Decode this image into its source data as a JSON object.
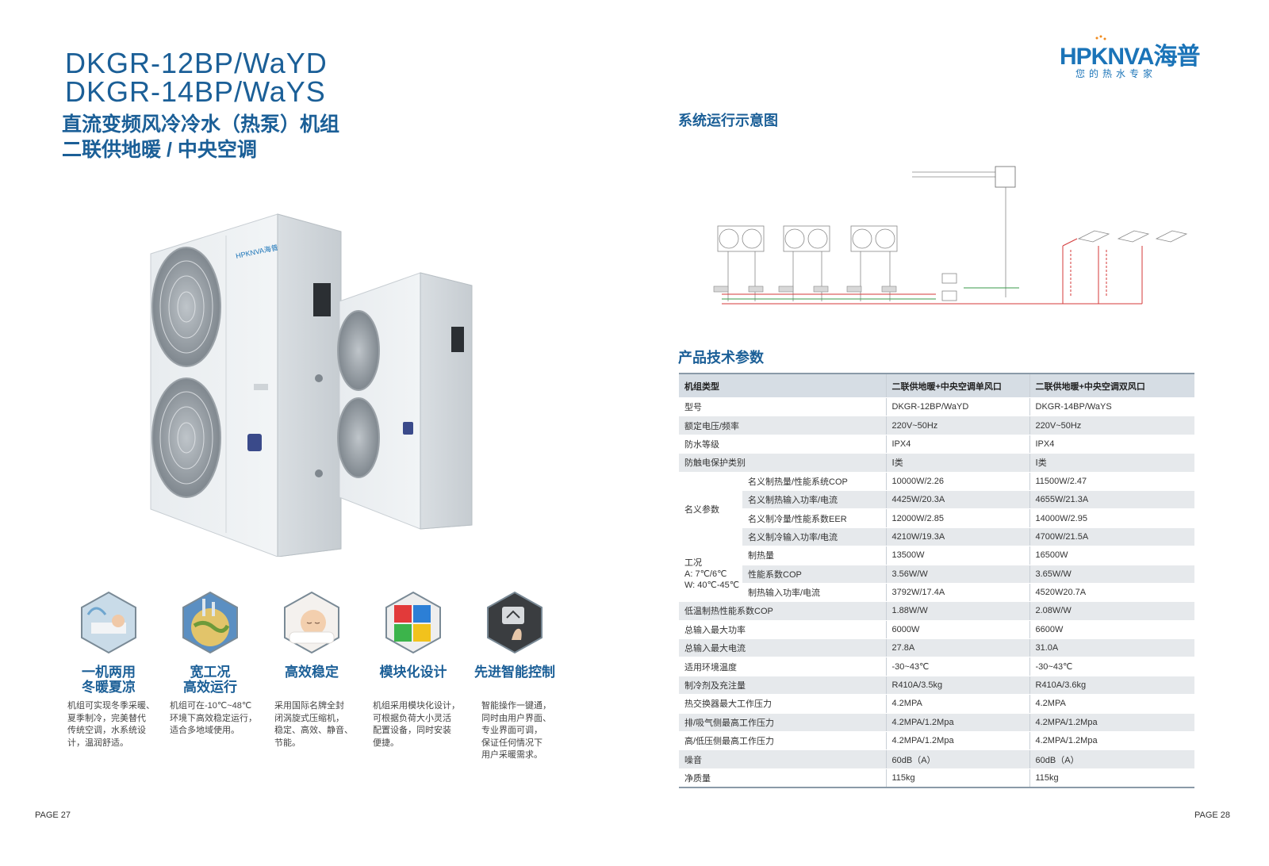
{
  "left_page": {
    "model_line1": "DKGR-12BP/WaYD",
    "model_line2": "DKGR-14BP/WaYS",
    "subtitle_line1": "直流变频风冷冷水（热泵）机组",
    "subtitle_line2": "二联供地暖 / 中央空调",
    "unit_brand": "HPKNVA海普",
    "features": [
      {
        "title1": "一机两用",
        "title2": "冬暖夏凉",
        "desc": [
          "机组可实现冬季采暖、",
          "夏季制冷，完美替代",
          "传统空调，水系统设",
          "计，温润舒适。"
        ]
      },
      {
        "title1": "宽工况",
        "title2": "高效运行",
        "desc": [
          "机组可在-10℃~48℃",
          "环境下高效稳定运行，",
          "适合多地域使用。"
        ]
      },
      {
        "title1": "高效稳定",
        "title2": "",
        "desc": [
          "采用国际名牌全封",
          "闭涡旋式压缩机，",
          "稳定、高效、静音、",
          "节能。"
        ]
      },
      {
        "title1": "模块化设计",
        "title2": "",
        "desc": [
          "机组采用模块化设计，",
          "可根据负荷大小灵活",
          "配置设备，同时安装",
          "便捷。"
        ]
      },
      {
        "title1": "先进智能控制",
        "title2": "",
        "desc": [
          "智能操作一键通，",
          "同时由用户界面、",
          "专业界面可调，",
          "保证任何情况下",
          "用户采暖需求。"
        ]
      }
    ],
    "page_number": "PAGE 27"
  },
  "right_page": {
    "logo": {
      "text": "HPKNVA海普",
      "tagline": "您的热水专家"
    },
    "diagram_title": "系统运行示意图",
    "spec_title": "产品技术参数",
    "page_number": "PAGE 28",
    "spec_table": {
      "header": [
        "机组类型",
        "二联供地暖+中央空调单风口",
        "二联供地暖+中央空调双风口"
      ],
      "rows": [
        [
          "型号",
          "DKGR-12BP/WaYD",
          "DKGR-14BP/WaYS"
        ],
        [
          "额定电压/频率",
          "220V~50Hz",
          "220V~50Hz"
        ],
        [
          "防水等级",
          "IPX4",
          "IPX4"
        ],
        [
          "防触电保护类别",
          "Ⅰ类",
          "Ⅰ类"
        ]
      ],
      "nominal_group": {
        "label": "名义参数",
        "rows": [
          [
            "名义制热量/性能系统COP",
            "10000W/2.26",
            "11500W/2.47"
          ],
          [
            "名义制热输入功率/电流",
            "4425W/20.3A",
            "4655W/21.3A"
          ],
          [
            "名义制冷量/性能系数EER",
            "12000W/2.85",
            "14000W/2.95"
          ],
          [
            "名义制冷输入功率/电流",
            "4210W/19.3A",
            "4700W/21.5A"
          ]
        ]
      },
      "condition_group": {
        "label1": "工况",
        "label2": "A: 7℃/6℃",
        "label3": "W: 40℃-45℃",
        "rows": [
          [
            "制热量",
            "13500W",
            "16500W"
          ],
          [
            "性能系数COP",
            "3.56W/W",
            "3.65W/W"
          ],
          [
            "制热输入功率/电流",
            "3792W/17.4A",
            "4520W20.7A"
          ]
        ]
      },
      "rows2": [
        [
          "低温制热性能系数COP",
          "1.88W/W",
          "2.08W/W"
        ],
        [
          "总输入最大功率",
          "6000W",
          "6600W"
        ],
        [
          "总输入最大电流",
          "27.8A",
          "31.0A"
        ],
        [
          "适用环境温度",
          "-30~43℃",
          "-30~43℃"
        ],
        [
          "制冷剂及充注量",
          "R410A/3.5kg",
          "R410A/3.6kg"
        ],
        [
          "热交换器最大工作压力",
          "4.2MPA",
          "4.2MPA"
        ],
        [
          "排/吸气侧最高工作压力",
          "4.2MPA/1.2Mpa",
          "4.2MPA/1.2Mpa"
        ],
        [
          "高/低压侧最高工作压力",
          "4.2MPA/1.2Mpa",
          "4.2MPA/1.2Mpa"
        ],
        [
          "噪音",
          "60dB（A）",
          "60dB（A）"
        ],
        [
          "净质量",
          "115kg",
          "115kg"
        ]
      ]
    }
  }
}
